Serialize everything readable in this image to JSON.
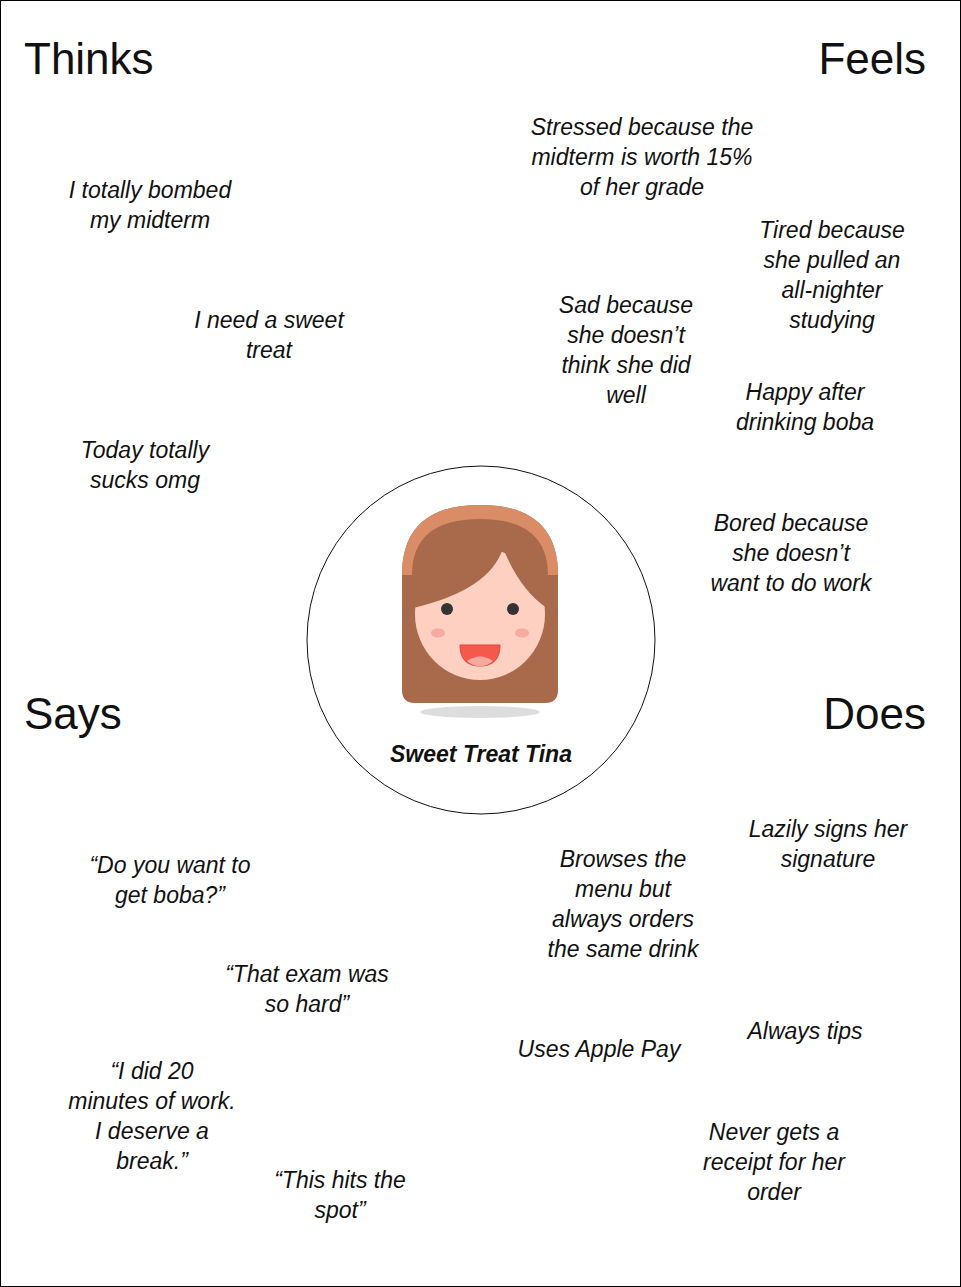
{
  "diagram": {
    "nodes": [
      {
        "text": [
          "Sweet Treat Tina"
        ]
      }
    ],
    "labels": [
      "Thinks",
      "Feels",
      "I totally bombed my midterm",
      "I need a sweet treat",
      "Today totally sucks omg",
      "Stressed because the midterm is worth 15% of her grade",
      "Tired because she pulled an all-nighter studying",
      "Sad because she doesn’t think she did well",
      "Happy after drinking boba",
      "Bored because she doesn’t want to do work",
      "Says",
      "Does",
      "“Do you want to get boba?”",
      "“That exam was so hard”",
      "“I did 20 minutes of work. I deserve a break.”",
      "“This hits the spot”",
      "Lazily signs her signature",
      "Browses the menu but always orders the same drink",
      "Always tips",
      "Uses Apple Pay",
      "Never gets a receipt for her order"
    ]
  }
}
